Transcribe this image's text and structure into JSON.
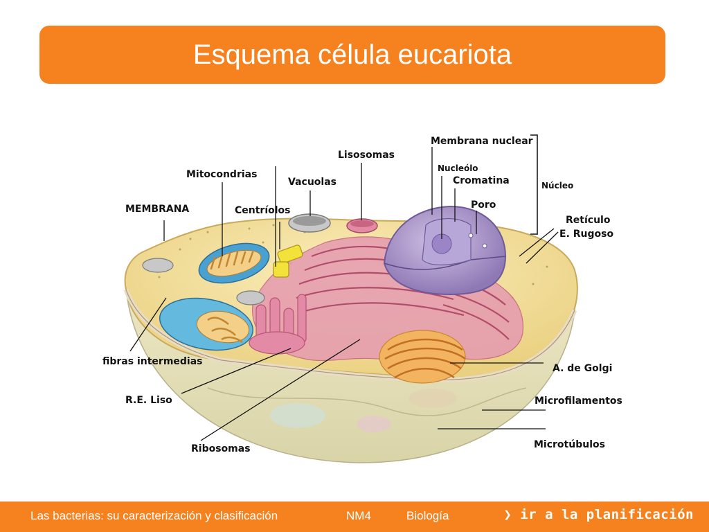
{
  "slide": {
    "title": "Esquema célula eucariota"
  },
  "labels": {
    "membrana_nuclear": "Membrana nuclear",
    "lisosomas": "Lisosomas",
    "nucleolo": "Nucleólo",
    "cromatina": "Cromatina",
    "mitocondrias": "Mitocondrias",
    "vacuolas": "Vacuolas",
    "nucleo": "Núcleo",
    "membrana": "MEMBRANA",
    "centriolos": "Centríolos",
    "poro": "Poro",
    "reticulo": "Retículo",
    "e_rugoso": "E. Rugoso",
    "fibras": "fibras intermedias",
    "golgi": "A. de Golgi",
    "re_liso": "R.E. Liso",
    "microfilamentos": "Microfilamentos",
    "ribosomas": "Ribosomas",
    "microtubulos": "Microtúbulos"
  },
  "footer": {
    "course": "Las bacterias: su caracterización y clasificación",
    "level": "NM4",
    "subject": "Biología",
    "nav_label": "ir a la planificación"
  },
  "colors": {
    "accent": "#f5821f"
  }
}
